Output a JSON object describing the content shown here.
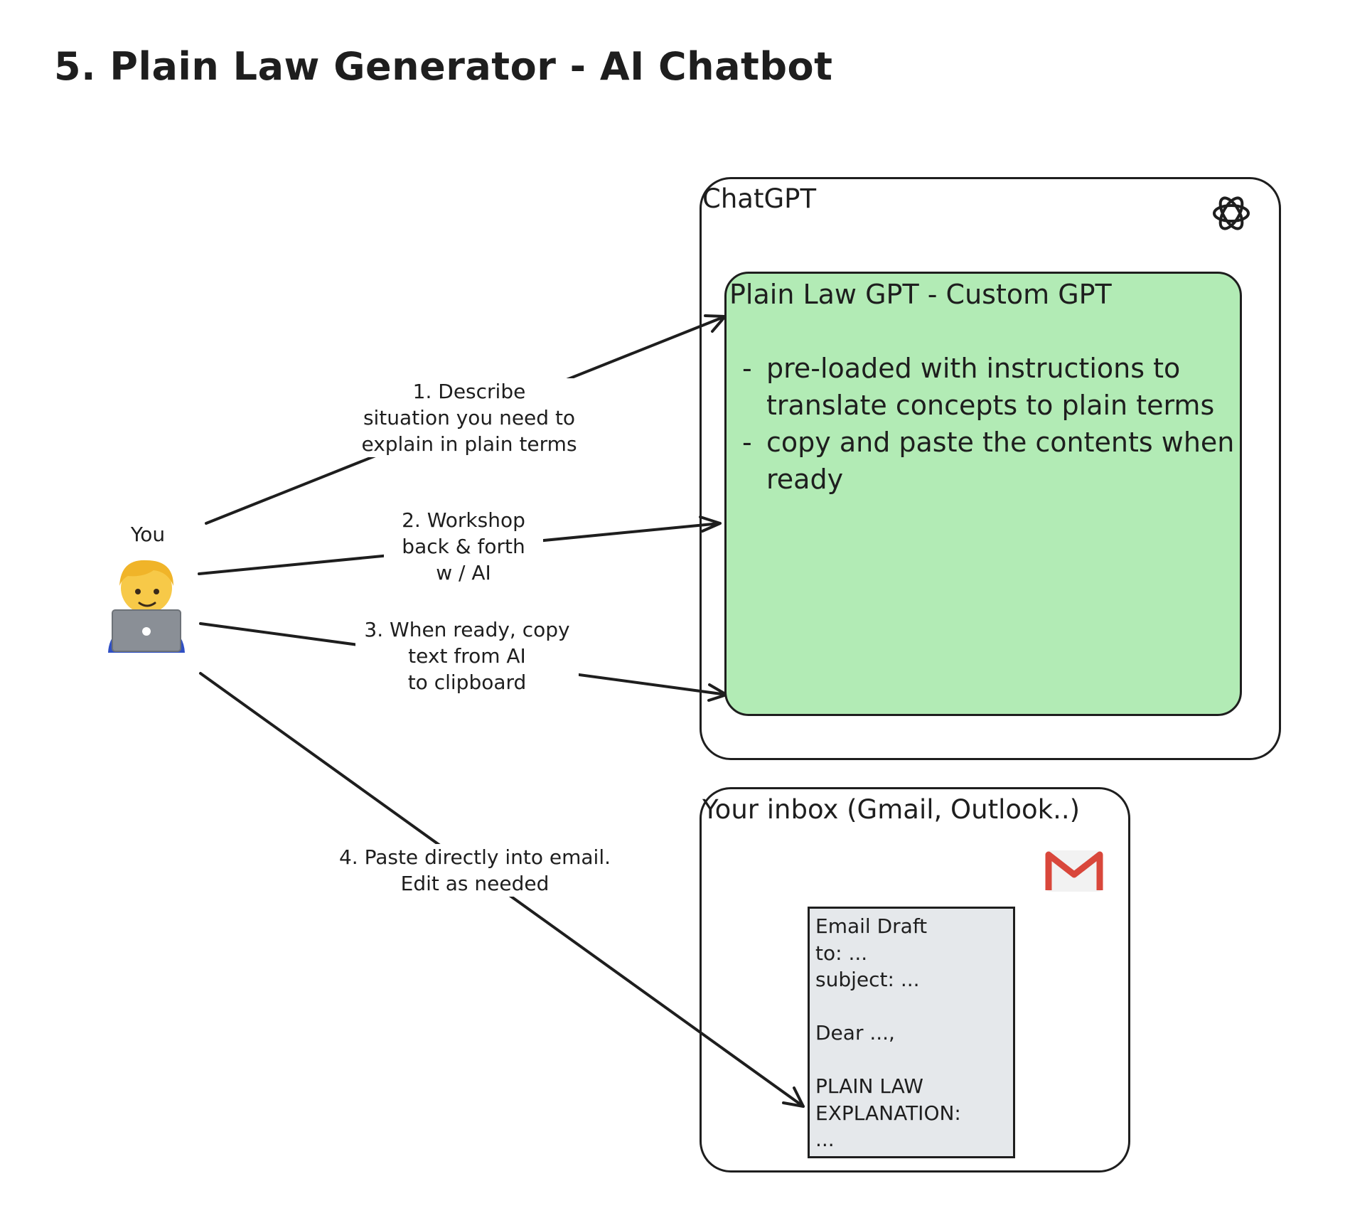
{
  "title": "5. Plain Law Generator - AI Chatbot",
  "user": {
    "label": "You",
    "avatar": "technologist-emoji"
  },
  "chatgpt": {
    "title": "ChatGPT",
    "icon": "openai-logo-icon",
    "custom_gpt": {
      "title": "Plain Law GPT - Custom GPT",
      "bullets": [
        "pre-loaded with instructions to translate concepts to plain terms",
        "copy and paste the contents when ready"
      ],
      "fill_color": "#b2ebb5"
    }
  },
  "inbox": {
    "title": "Your inbox (Gmail, Outlook..)",
    "icon": "gmail-logo-icon",
    "email_draft": {
      "heading": "Email Draft",
      "to": "to: ...",
      "subject": "subject: ...",
      "greeting": "Dear ...,",
      "body_line1": "PLAIN LAW",
      "body_line2": "EXPLANATION:",
      "body_line3": "...",
      "fill_color": "#e5e8eb"
    }
  },
  "steps": [
    {
      "label": "1. Describe\nsituation you need to\nexplain in plain terms"
    },
    {
      "label": "2. Workshop\nback & forth\nw / AI"
    },
    {
      "label": "3. When ready, copy\ntext from AI\nto clipboard"
    },
    {
      "label": "4. Paste directly into email.\nEdit as needed"
    }
  ]
}
